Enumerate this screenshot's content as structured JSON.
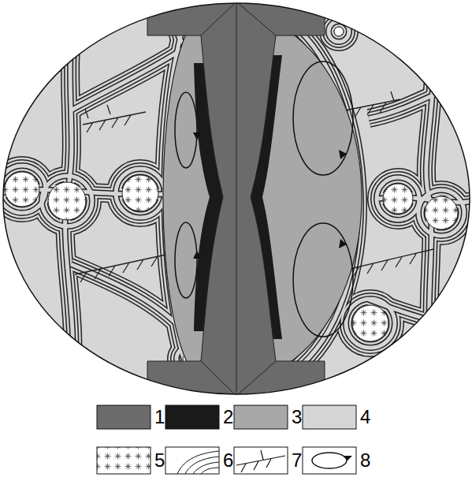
{
  "diagram": {
    "legend": [
      {
        "text": "1",
        "color": "#6b6b6b"
      },
      {
        "text": "2",
        "color": "#1a1a1a"
      },
      {
        "text": "3",
        "color": "#a8a8a8"
      },
      {
        "text": "4",
        "color": "#d6d6d6"
      },
      {
        "text": "5"
      },
      {
        "text": "6"
      },
      {
        "text": "7"
      },
      {
        "text": "8"
      }
    ]
  }
}
